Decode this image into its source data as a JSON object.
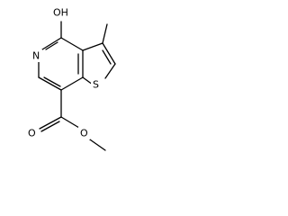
{
  "molecule": {
    "atoms": {
      "hydroxyl_oxygen": "OH",
      "ring_nitrogen": "N",
      "thiophene_sulfur": "S",
      "carbonyl_oxygen": "O",
      "ester_oxygen": "O"
    }
  }
}
